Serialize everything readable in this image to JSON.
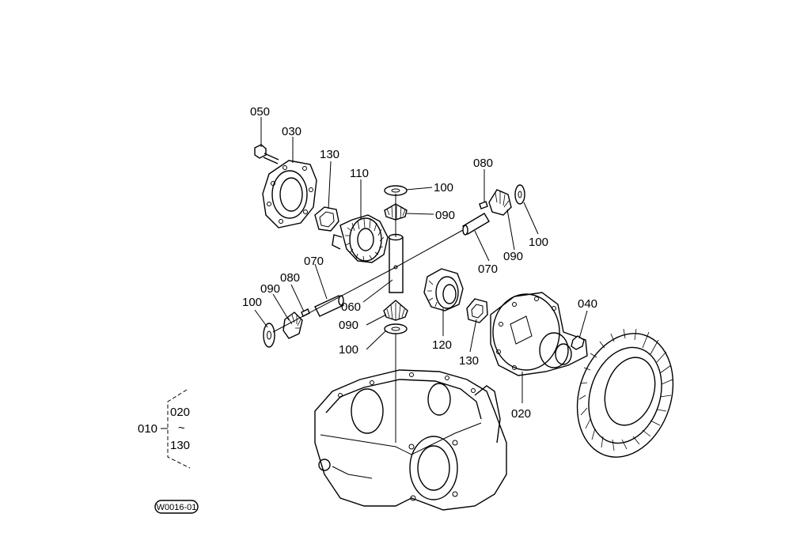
{
  "callouts": {
    "c050": "050",
    "c030": "030",
    "c130_top": "130",
    "c110": "110",
    "c100_top": "100",
    "c090_top": "090",
    "c080_right": "080",
    "c100_right": "100",
    "c090_right": "090",
    "c070_right": "070",
    "c070_left": "070",
    "c080_left": "080",
    "c090_left": "090",
    "c100_left": "100",
    "c060": "060",
    "c090_bottom": "090",
    "c100_bottom": "100",
    "c120": "120",
    "c130_bottom": "130",
    "c020": "020",
    "c040": "040"
  },
  "assembly_range": {
    "parent": "010",
    "from": "020",
    "tilde": "~",
    "to": "130"
  },
  "figure_code": "W0016-01"
}
